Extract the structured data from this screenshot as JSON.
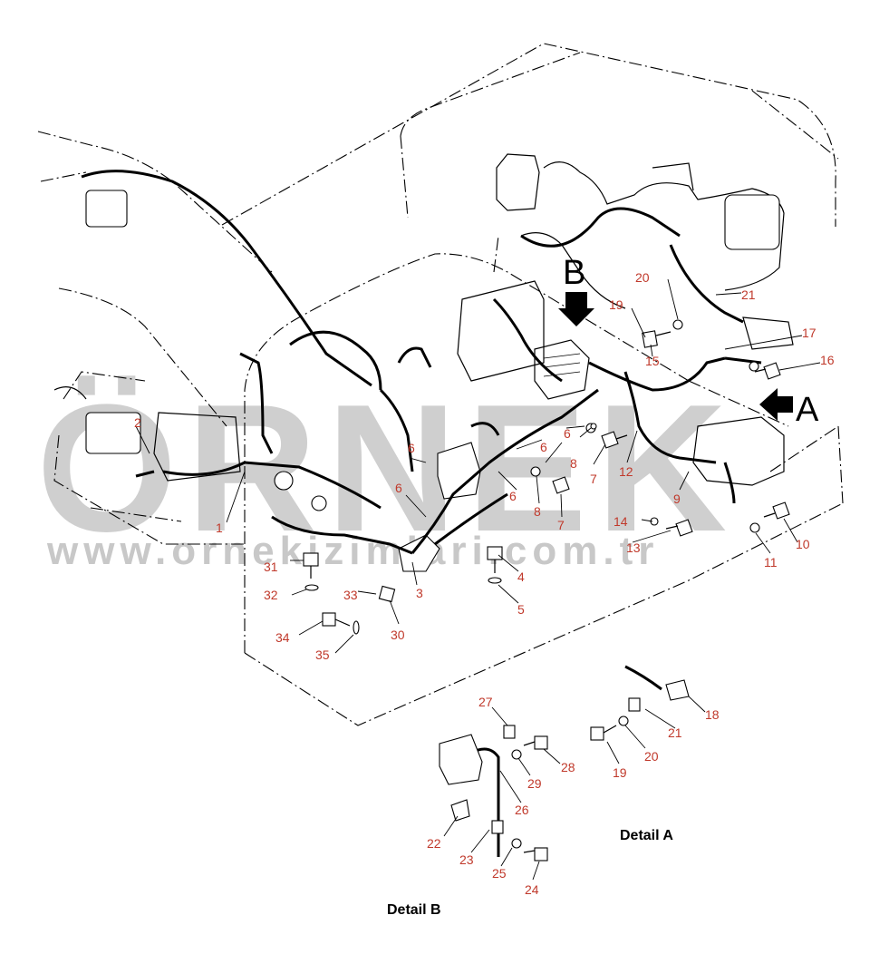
{
  "watermark": {
    "brand": "ÖRNEK",
    "url": "www.ornekizimlari.com.tr",
    "color": "#cfcfcf"
  },
  "view_markers": {
    "a": "A",
    "b": "B"
  },
  "detail_labels": {
    "a": "Detail  A",
    "b": "Detail  B"
  },
  "callouts": {
    "c1": "1",
    "c2": "2",
    "c3": "3",
    "c4": "4",
    "c5": "5",
    "c6a": "6",
    "c6b": "6",
    "c6c": "6",
    "c6d": "6",
    "c6e": "6",
    "c7a": "7",
    "c7b": "7",
    "c8a": "8",
    "c8b": "8",
    "c9": "9",
    "c10": "10",
    "c11": "11",
    "c12": "12",
    "c13": "13",
    "c14": "14",
    "c15": "15",
    "c16": "16",
    "c17": "17",
    "c18": "18",
    "c19a": "19",
    "c19b": "19",
    "c20a": "20",
    "c20b": "20",
    "c21a": "21",
    "c21b": "21",
    "c22": "22",
    "c23": "23",
    "c24": "24",
    "c25": "25",
    "c26": "26",
    "c27": "27",
    "c28": "28",
    "c29": "29",
    "c30": "30",
    "c31": "31",
    "c32": "32",
    "c33": "33",
    "c34": "34",
    "c35": "35"
  },
  "colors": {
    "callout": "#c0392b",
    "line": "#000000",
    "watermark": "#cfcfcf"
  }
}
